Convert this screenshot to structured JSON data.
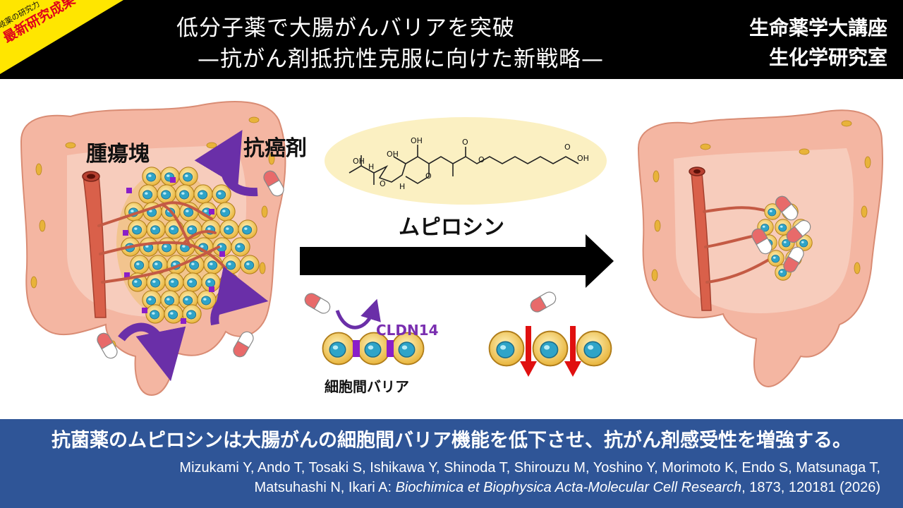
{
  "corner_badge": {
    "small": "岐薬の研究力",
    "big": "最新研究成果"
  },
  "header": {
    "title_line1": "低分子薬で大腸がんバリアを突破",
    "title_line2": "—抗がん剤抵抗性克服に向けた新戦略—",
    "lab_line1": "生命薬学大講座",
    "lab_line2": "生化学研究室"
  },
  "diagram": {
    "tumor_label": "腫瘍塊",
    "drug_label": "抗癌剤",
    "compound_label": "ムピロシン",
    "claudin_label": "CLDN14",
    "barrier_label": "細胞間バリア",
    "structure_atoms": {
      "oh1": "OH",
      "oh2": "OH",
      "oh3": "OH",
      "h1": "H",
      "h2": "H",
      "o1": "O",
      "o2": "O",
      "o3": "O",
      "o4": "O",
      "oh4": "OH",
      "o5": "O"
    }
  },
  "footer": {
    "summary": "抗菌薬のムピロシンは大腸がんの細胞間バリア機能を低下させ、抗がん剤感受性を増強する。",
    "citation_line1": "Mizukami Y, Ando T, Tosaki S, Ishikawa Y, Shinoda T, Shirouzu M, Yoshino Y, Morimoto K, Endo S, Matsunaga T,",
    "citation_authors2": "Matsuhashi N, Ikari A: ",
    "citation_journal": "Biochimica et Biophysica Acta-Molecular Cell Research",
    "citation_tail": ", 1873, 120181 (2026)"
  },
  "colors": {
    "header_bg": "#000000",
    "badge_yellow": "#ffe600",
    "badge_red": "#e0001a",
    "footer_bg": "#2f5597",
    "colon": "#f0a58c",
    "cell": "#f2c84b",
    "nucleus": "#2fa4c8",
    "claudin": "#8a1ec8",
    "arrow_purple": "#6a2fa8",
    "vessel": "#d9604a",
    "structure_bg": "#fbf0c2",
    "down_arrow": "#e01010"
  }
}
